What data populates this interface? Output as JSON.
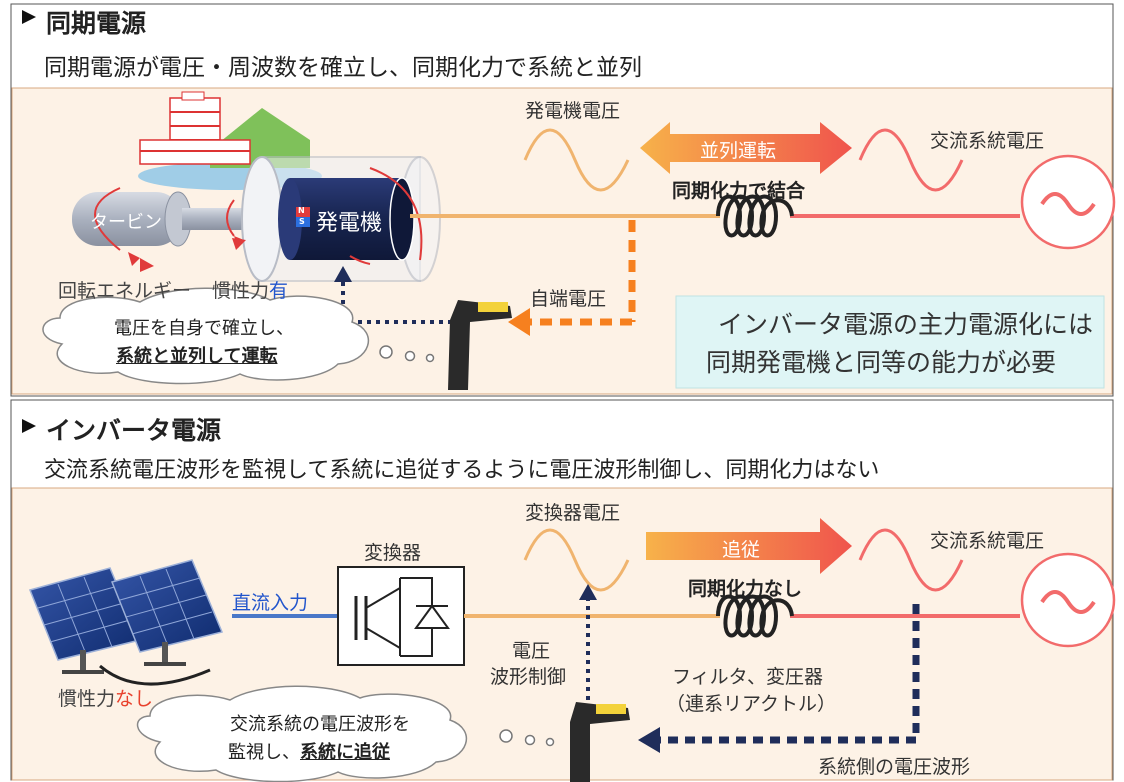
{
  "section1": {
    "heading": "同期電源",
    "subtitle": "同期電源が電圧・周波数を確立し、同期化力で系統と並列",
    "generator_voltage": "発電機電圧",
    "parallel_operation": "並列運転",
    "sync_coupling": "同期化力で結合",
    "grid_voltage": "交流系統電圧",
    "turbine": "タービン",
    "generator": "発電機",
    "magnet_n": "N",
    "magnet_s": "S",
    "rotational_energy": "回転エネルギー",
    "inertia_label": "慣性力",
    "inertia_value": "有",
    "terminal_voltage": "自端電圧",
    "thought_line1": "電圧を自身で確立し、",
    "thought_line2": "系統と並列して運転",
    "note_line1": "インバータ電源の主力電源化には",
    "note_line2": "同期発電機と同等の能力が必要"
  },
  "section2": {
    "heading": "インバータ電源",
    "subtitle": "交流系統電圧波形を監視して系統に追従するように電圧波形制御し、同期化力はない",
    "converter_voltage": "変換器電圧",
    "follow": "追従",
    "no_sync": "同期化力なし",
    "grid_voltage": "交流系統電圧",
    "converter": "変換器",
    "dc_input": "直流入力",
    "inertia_label": "慣性力",
    "inertia_value": "なし",
    "voltage_control_line1": "電圧",
    "voltage_control_line2": "波形制御",
    "filter_line1": "フィルタ、変圧器",
    "filter_line2": "（連系リアクトル）",
    "thought_line1": "交流系統の電圧波形を",
    "thought_line2a": "監視し、",
    "thought_line2b": "系統に追従",
    "grid_waveform": "系統側の電圧波形"
  },
  "colors": {
    "panel_bg": "#fdf2e6",
    "generator_line": "#f0b46e",
    "grid_line": "#f26b6b",
    "dashed_orange": "#f6801f",
    "dashed_navy": "#1f2d5a",
    "generator_body": "#17244f",
    "note_bg": "#dff5f5",
    "highlight_red": "#e8412c",
    "highlight_blue": "#2255cc",
    "dc_line": "#4a78c8"
  }
}
